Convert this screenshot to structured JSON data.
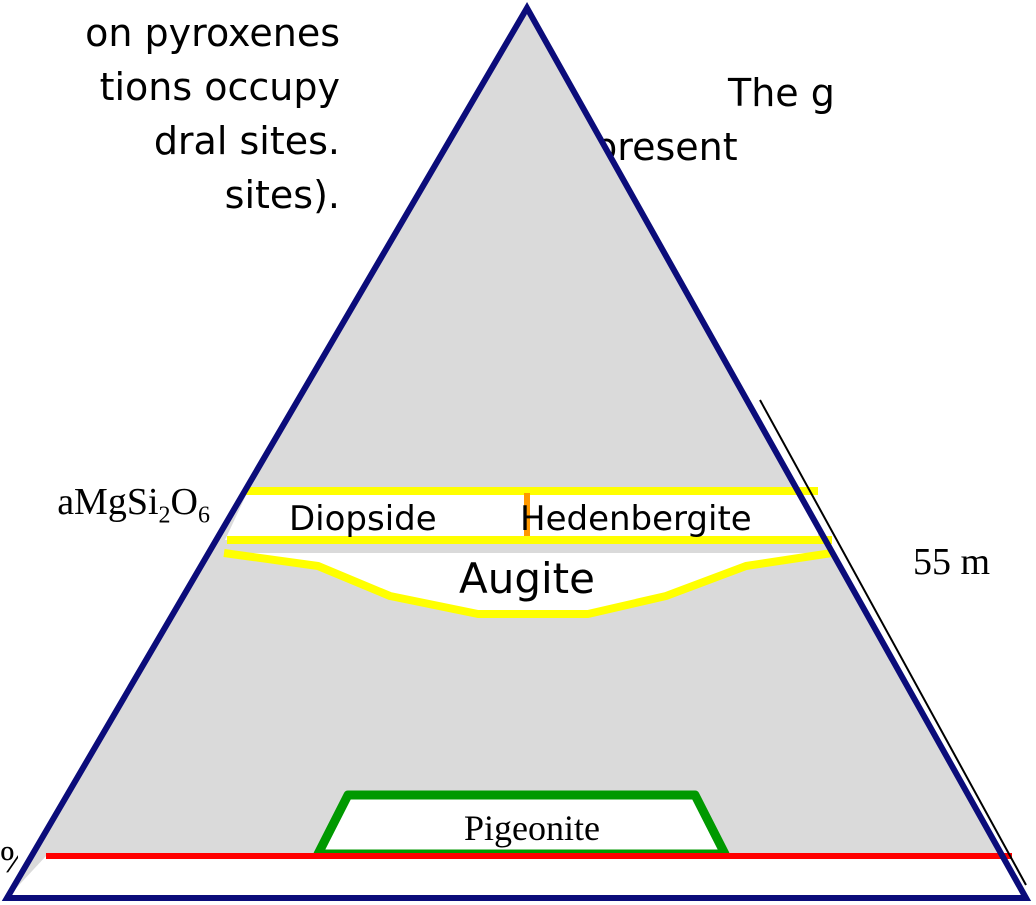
{
  "slide": {
    "left_text_lines": [
      "on pyroxenes",
      "tions occupy",
      "dral sites.",
      "sites)."
    ],
    "right_text_lines": [
      "The g",
      "represent"
    ],
    "diopside_formula": {
      "prefix": "aMgSi",
      "sub1": "2",
      "mid": "O",
      "sub2": "6"
    },
    "right_percent_label": "55 m",
    "left_percent_label": "%"
  },
  "diagram": {
    "labels": {
      "diopside": "Diopside",
      "hedenbergite": "Hedenbergite",
      "augite": "Augite",
      "pigeonite": "Pigeonite"
    },
    "colors": {
      "triangle_fill": "#dadada",
      "triangle_outline": "#0b0c7a",
      "diopside_hedenbergite_band": "#ffff00",
      "divider_tick": "#ff9900",
      "pigeonite_field": "#009900",
      "baseline": "#ff0000"
    }
  }
}
